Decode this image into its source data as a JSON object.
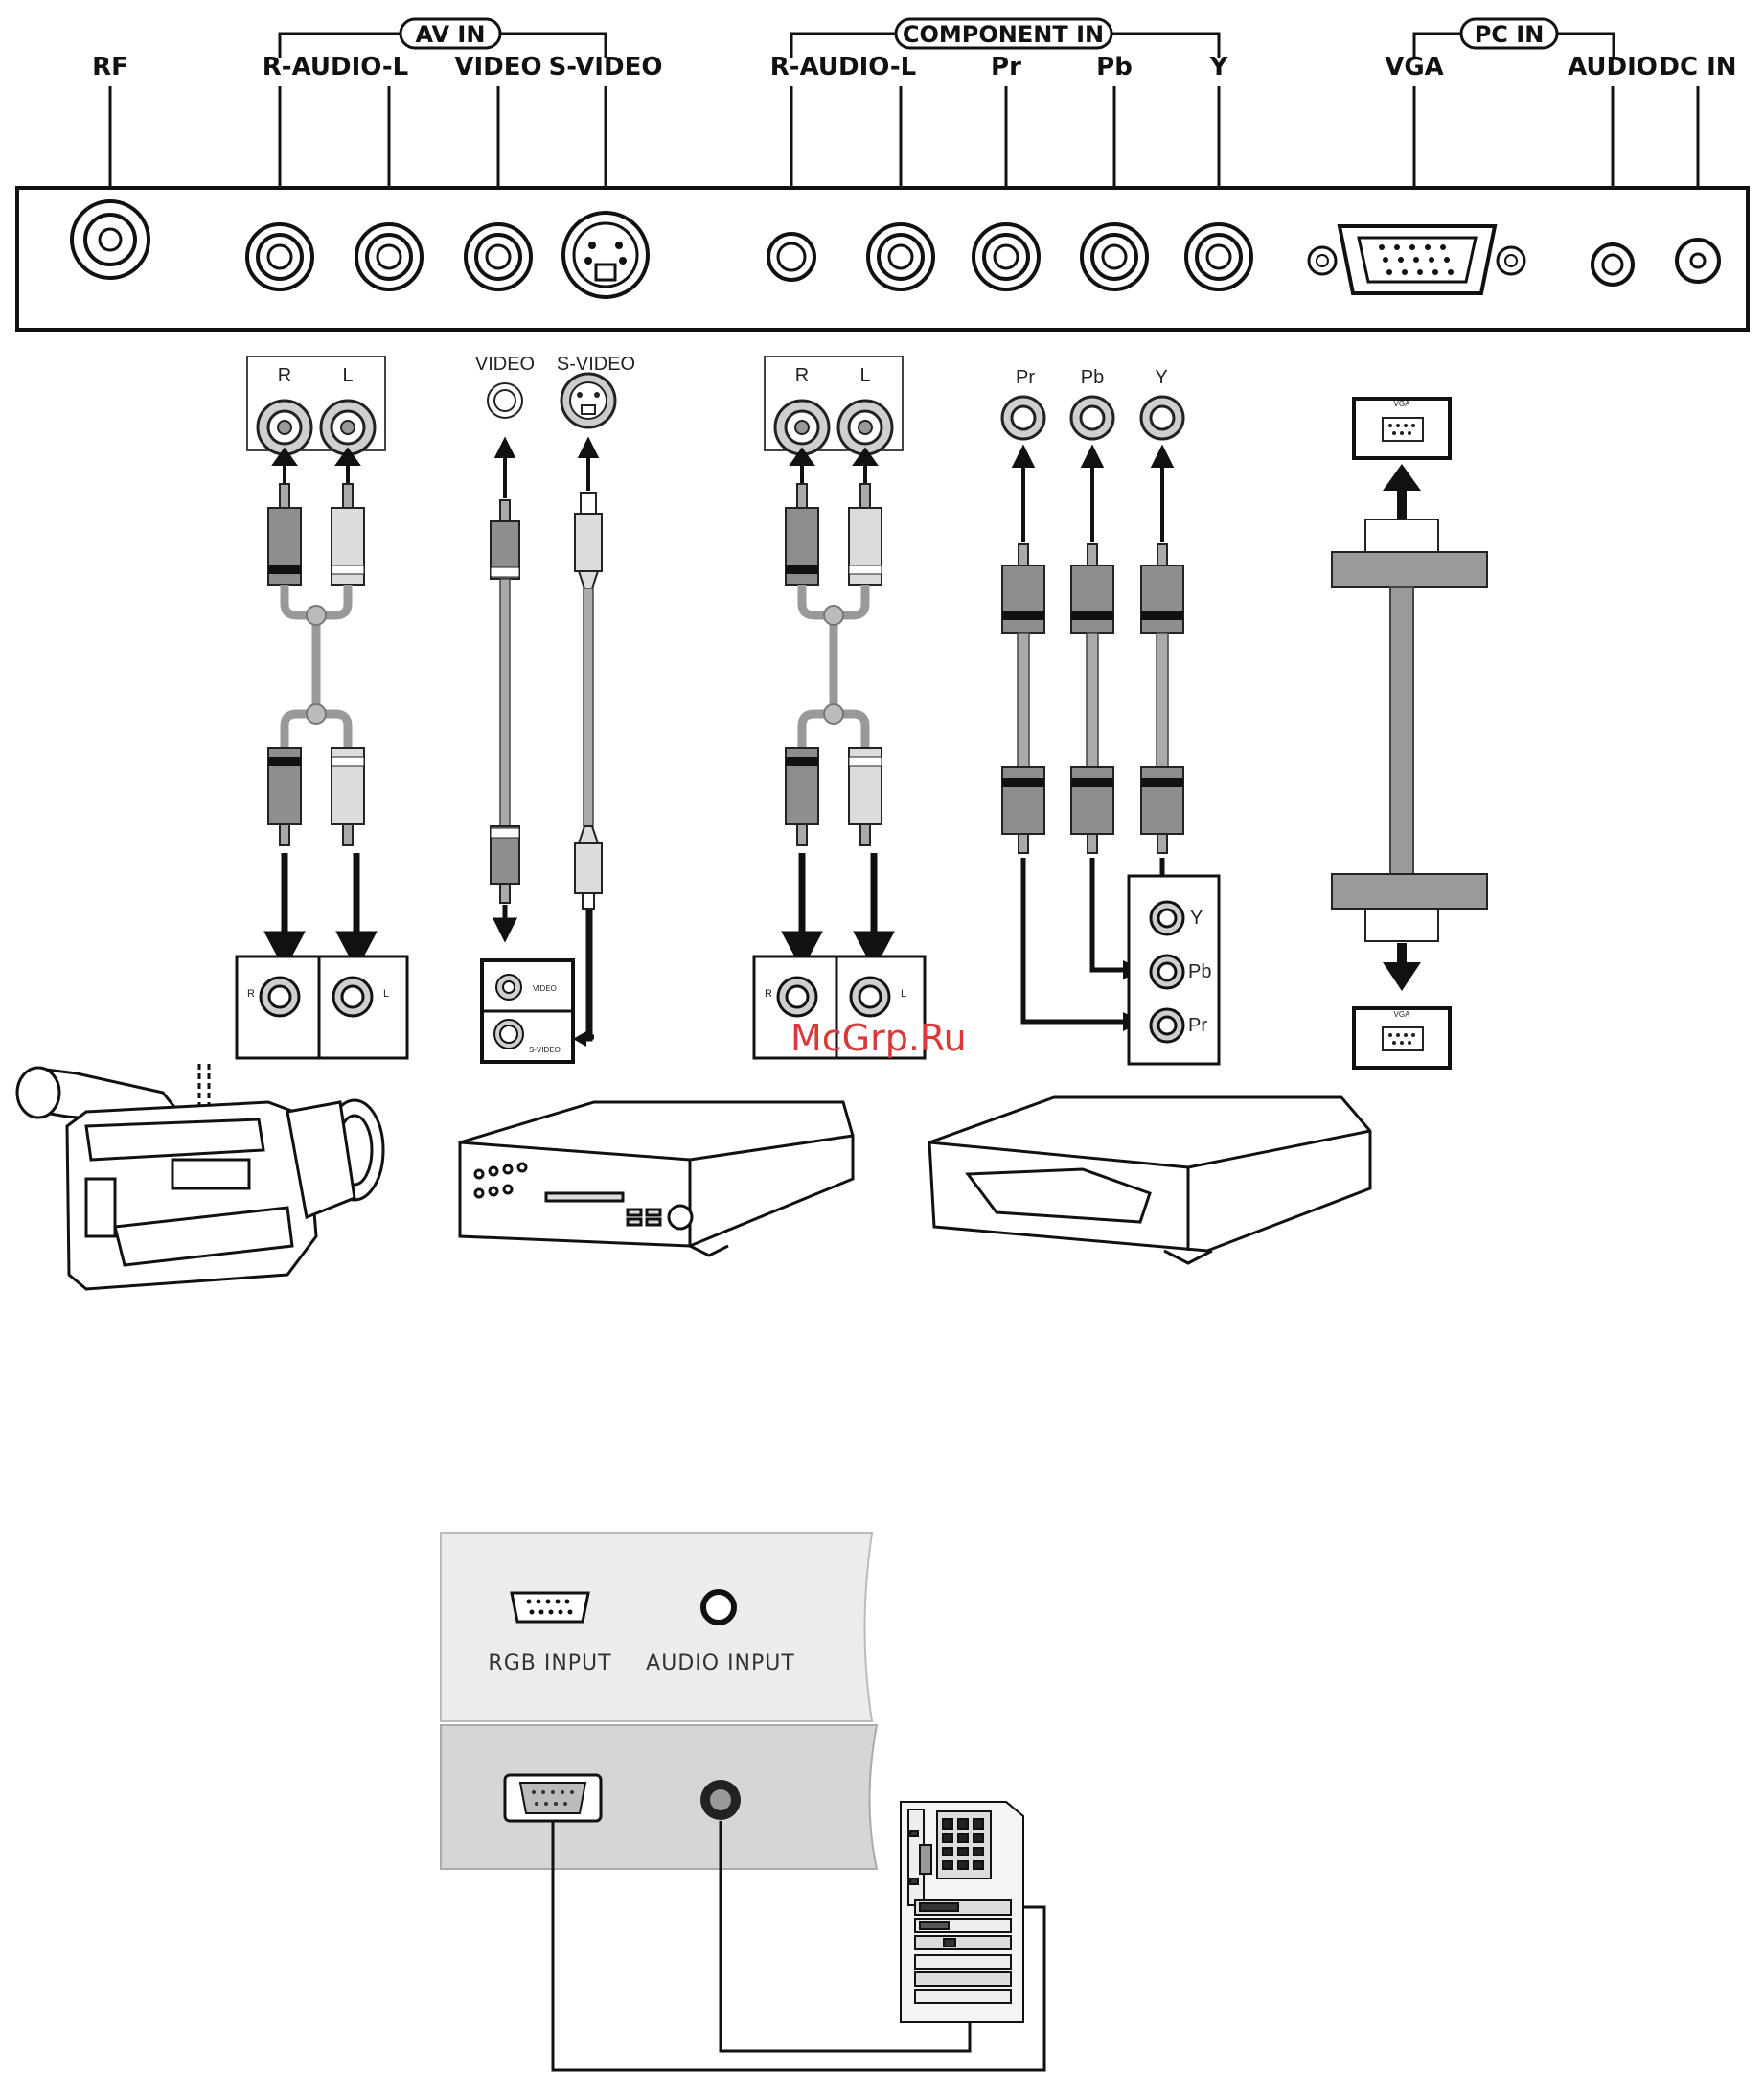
{
  "panel": {
    "groups": {
      "av_in": "AV IN",
      "component_in": "COMPONENT IN",
      "pc_in": "PC IN"
    },
    "ports": {
      "rf": "RF",
      "av_audio": "R-AUDIO-L",
      "video": "VIDEO",
      "svideo": "S-VIDEO",
      "comp_audio": "R-AUDIO-L",
      "pr": "Pr",
      "pb": "Pb",
      "y": "Y",
      "vga": "VGA",
      "pc_audio": "AUDIO",
      "dc_in": "DC IN"
    }
  },
  "cables": {
    "av_audio": {
      "r": "R",
      "l": "L"
    },
    "video_top": {
      "video": "VIDEO",
      "svideo": "S-VIDEO"
    },
    "comp_audio": {
      "r": "R",
      "l": "L"
    },
    "component_top": {
      "pr": "Pr",
      "pb": "Pb",
      "y": "Y"
    },
    "vga_top": "VGA",
    "vga_bottom": "VGA"
  },
  "devices": {
    "camcorder_jacks": {
      "r": "R",
      "l": "L"
    },
    "dvd_jacks": {
      "video": "VIDEO",
      "svideo": "S-VIDEO"
    },
    "audio_jacks": {
      "r": "R",
      "l": "L"
    },
    "component_jacks": {
      "y": "Y",
      "pb": "Pb",
      "pr": "Pr"
    }
  },
  "watermark": "McGrp.Ru",
  "pc_panel": {
    "rgb_input": "RGB INPUT",
    "audio_input": "AUDIO INPUT"
  }
}
